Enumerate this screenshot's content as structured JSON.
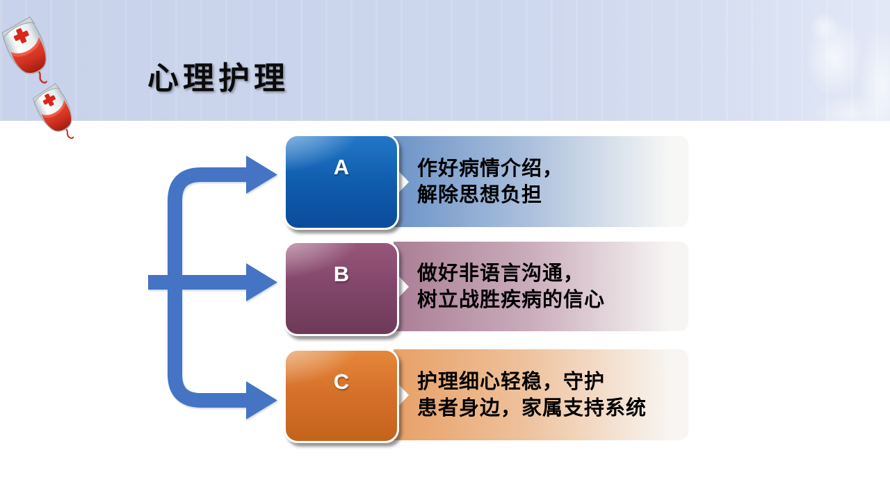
{
  "slide": {
    "title": "心理护理",
    "items": [
      {
        "label": "A",
        "text_line1": "作好病情介绍，",
        "text_line2": "解除思想负担",
        "box_color_top": "#2277C8",
        "box_color_bottom": "#0B4C9B",
        "band_color": "#6C94C8"
      },
      {
        "label": "B",
        "text_line1": "做好非语言沟通，",
        "text_line2": "树立战胜疾病的信心",
        "box_color_top": "#97567A",
        "box_color_bottom": "#6E3A58",
        "band_color": "#AA7E96"
      },
      {
        "label": "C",
        "text_line1": "护理细心轻稳，守护",
        "text_line2": "患者身边，家属支持系统",
        "box_color_top": "#E5873A",
        "box_color_bottom": "#C4631C",
        "band_color": "#E8A066"
      }
    ],
    "connector_color": "#4674C4",
    "header_background": "#CBD5EC",
    "icons": {
      "top_left": "blood-bag-icon",
      "top_right": "fetus-watermark"
    }
  }
}
